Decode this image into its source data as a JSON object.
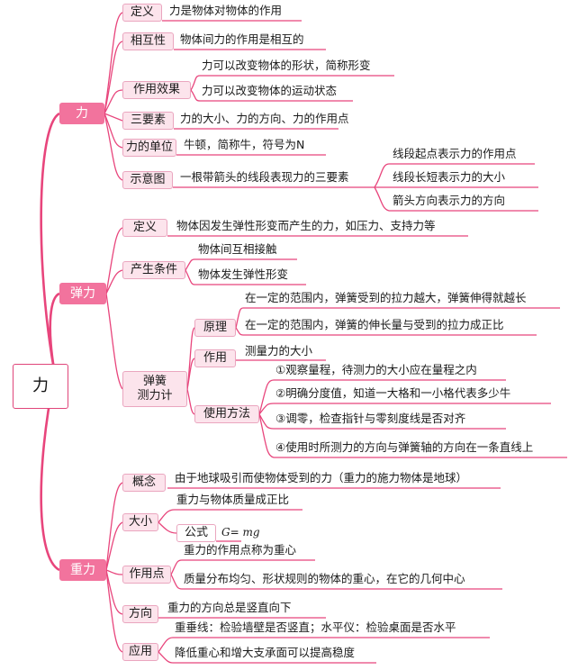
{
  "root": "力",
  "branches": {
    "force": {
      "label": "力",
      "definition": {
        "label": "定义",
        "text": "力是物体对物体的作用"
      },
      "mutual": {
        "label": "相互性",
        "text": "物体间力的作用是相互的"
      },
      "effect": {
        "label": "作用效果",
        "items": [
          "力可以改变物体的形状，简称形变",
          "力可以改变物体的运动状态"
        ]
      },
      "elements": {
        "label": "三要素",
        "text": "力的大小、力的方向、力的作用点"
      },
      "unit": {
        "label": "力的单位",
        "text": "牛顿，简称牛，符号为N"
      },
      "diagram": {
        "label": "示意图",
        "text": "一根带箭头的线段表现力的三要素",
        "items": [
          "线段起点表示力的作用点",
          "线段长短表示力的大小",
          "箭头方向表示力的方向"
        ]
      }
    },
    "elastic": {
      "label": "弹力",
      "definition": {
        "label": "定义",
        "text": "物体因发生弹性形变而产生的力，如压力、支持力等"
      },
      "conditions": {
        "label": "产生条件",
        "items": [
          "物体间互相接触",
          "物体发生弹性形变"
        ]
      },
      "spring_scale": {
        "label_line1": "弹簧",
        "label_line2": "测力计",
        "principle": {
          "label": "原理",
          "items": [
            "在一定的范围内，弹簧受到的拉力越大，弹簧伸得就越长",
            "在一定的范围内，弹簧的伸长量与受到的拉力成正比"
          ]
        },
        "function": {
          "label": "作用",
          "text": "测量力的大小"
        },
        "usage": {
          "label": "使用方法",
          "items": [
            "①观察量程，待测力的大小应在量程之内",
            "②明确分度值，知道一大格和一小格代表多少牛",
            "③调零，检查指针与零刻度线是否对齐",
            "④使用时所测力的方向与弹簧轴的方向在一条直线上"
          ]
        }
      }
    },
    "gravity": {
      "label": "重力",
      "concept": {
        "label": "概念",
        "text": "由于地球吸引而使物体受到的力（重力的施力物体是地球）"
      },
      "magnitude": {
        "label": "大小",
        "text": "重力与物体质量成正比",
        "formula_label": "公式",
        "formula": "G= mg"
      },
      "point": {
        "label": "作用点",
        "items": [
          "重力的作用点称为重心",
          "质量分布均匀、形状规则的物体的重心，在它的几何中心"
        ]
      },
      "direction": {
        "label": "方向",
        "text": "重力的方向总是竖直向下"
      },
      "application": {
        "label": "应用",
        "items": [
          "重垂线：检验墙壁是否竖直；水平仪：检验桌面是否水平",
          "降低重心和增大支承面可以提高稳度"
        ]
      }
    }
  },
  "colors": {
    "line": "#e8457c",
    "main_fill": "#f2739d",
    "sub_fill": "#fce4ec",
    "sub_border": "#eaa6bf"
  }
}
